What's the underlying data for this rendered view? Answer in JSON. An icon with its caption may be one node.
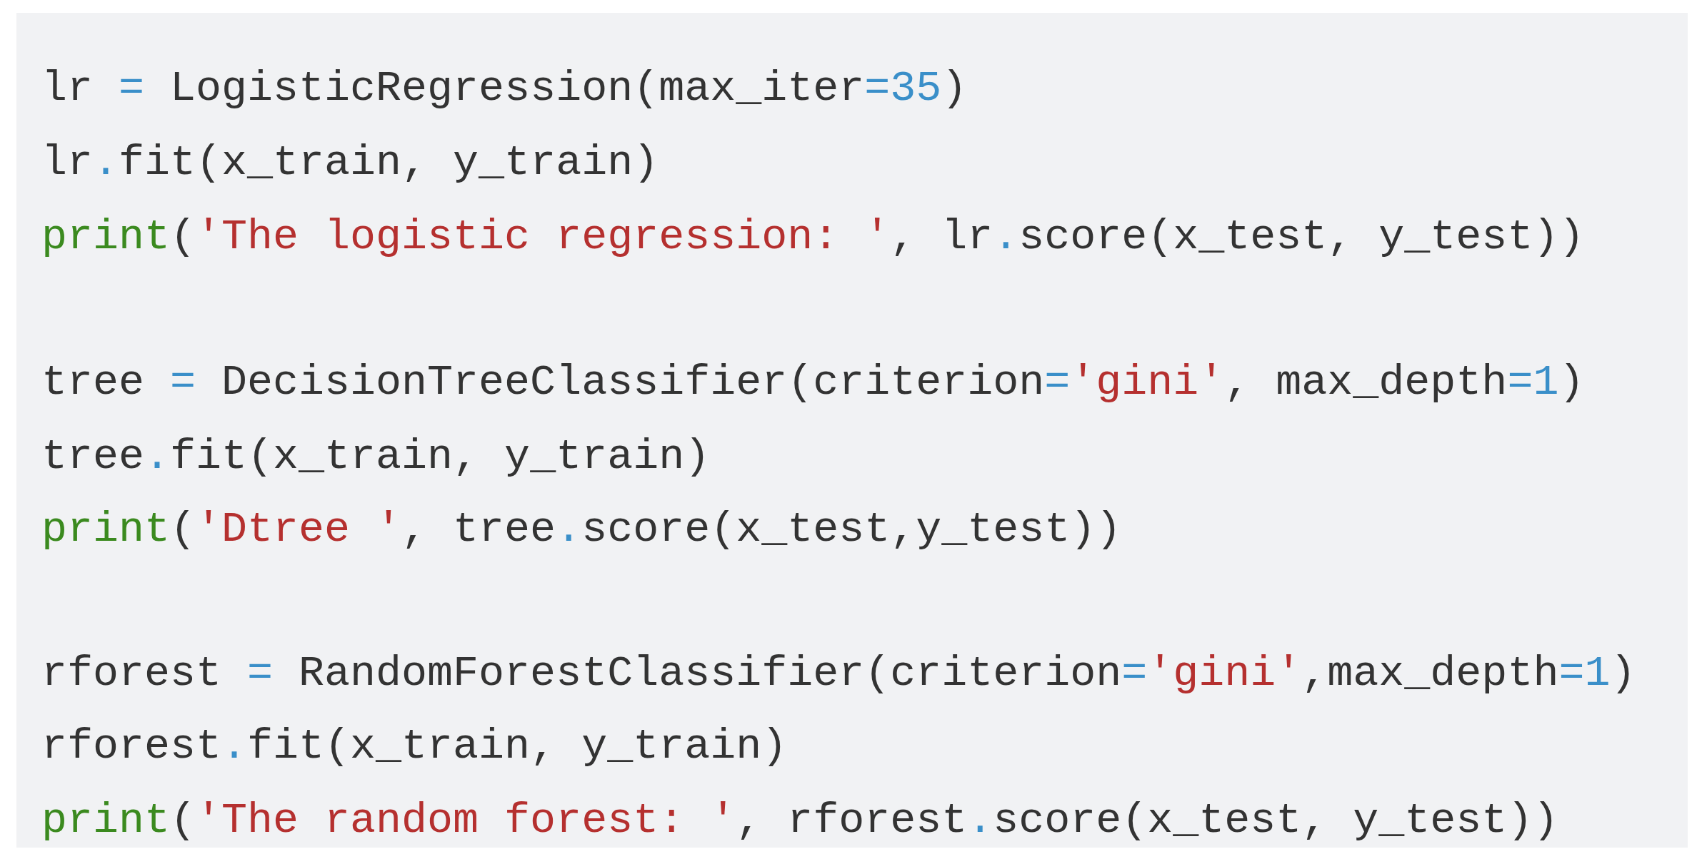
{
  "diagram": {
    "labels": [
      "lr = LogisticRegression(max_iter=35)",
      "lr.fit(x_train, y_train)",
      "print('The logistic regression: ', lr.score(x_test, y_test))",
      "tree = DecisionTreeClassifier(criterion='gini', max_depth=1)",
      "tree.fit(x_train, y_train)",
      "print('Dtree ', tree.score(x_test,y_test))",
      "rforest = RandomForestClassifier(criterion='gini',max_depth=1)",
      "rforest.fit(x_train, y_train)",
      "print('The random forest: ', rforest.score(x_test, y_test))"
    ]
  }
}
